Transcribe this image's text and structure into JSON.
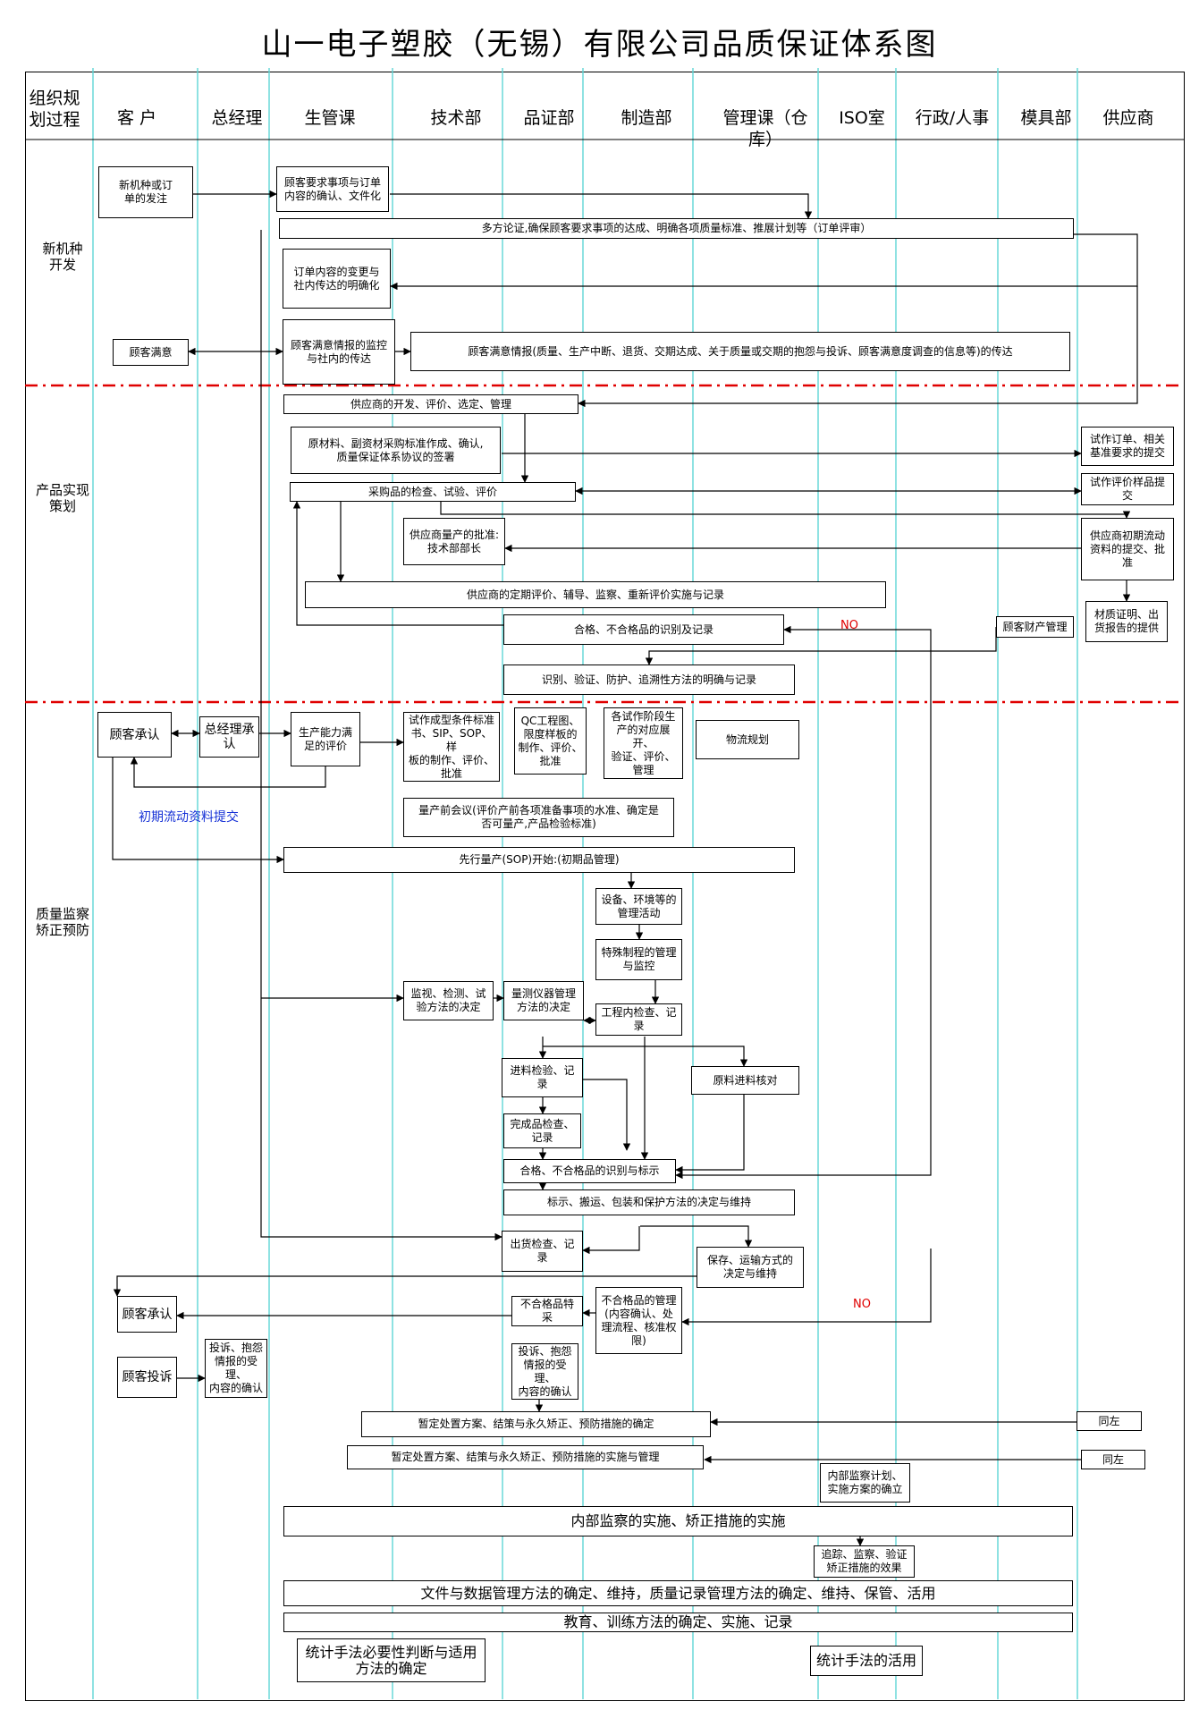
{
  "title": "山一电子塑胶（无锡）有限公司品质保证体系图",
  "columns": [
    "组织规\n划过程",
    "客 户",
    "总经理",
    "生管课",
    "技术部",
    "品证部",
    "制造部",
    "管理课（仓库）",
    "ISO室",
    "行政/人事",
    "模具部",
    "供应商"
  ],
  "stages": [
    "新机种\n开发",
    "产品实现\n策划",
    "质量监察\n矫正预防"
  ],
  "boxes": [
    "新机种或订\n单的发注",
    "顾客要求事项与订单\n内容的确认、文件化",
    "多方论证,确保顾客要求事项的达成、明确各项质量标准、推展计划等（订单评审）",
    "订单内容的变更与\n社内传达的明确化",
    "顾客满意",
    "顾客满意情报的监控\n与社内的传达",
    "顾客满意情报(质量、生产中断、退货、交期达成、关于质量或交期的抱怨与投诉、顾客满意度调查的信息等)的传达",
    "供应商的开发、评价、选定、管理",
    "原材料、副资材采购标准作成、确认,\n质量保证体系协议的签署",
    "试作订单、相关\n基准要求的提交",
    "采购品的检查、试验、评价",
    "试作评价样品提\n交",
    "供应商量产的批准:\n技术部部长",
    "供应商初期流动\n资料的提交、批\n准",
    "供应商的定期评价、辅导、监察、重新评价实施与记录",
    "材质证明、出\n货报告的提供",
    "合格、不合格品的识别及记录",
    "顾客财产管理",
    "识别、验证、防护、追溯性方法的明确与记录",
    "顾客承认",
    "总经理承\n认",
    "生产能力满\n足的评价",
    "试作成型条件标准\n书、SIP、SOP、样\n板的制作、评价、\n批准",
    "QC工程图、\n限度样板的\n制作、评价、\n批准",
    "各试作阶段生\n产的对应展开、\n验证、评价、\n管理",
    "物流规划",
    "量产前会议(评价产前各项准备事项的水准、确定是\n否可量产,产品检验标准)",
    "先行量产(SOP)开始:(初期品管理)",
    "设备、环境等的\n管理活动",
    "特殊制程的管理\n与监控",
    "监视、检测、试\n验方法的决定",
    "量测仪器管理\n方法的决定",
    "工程内检查、记\n录",
    "进料检验、记\n录",
    "原料进料核对",
    "完成品检查、\n记录",
    "合格、不合格品的识别与标示",
    "标示、搬运、包装和保护方法的决定与维持",
    "出货检查、记\n录",
    "保存、运输方式的\n决定与维持",
    "顾客承认",
    "不合格品特\n采",
    "不合格品的管理\n(内容确认、处\n理流程、核准权\n限)",
    "顾客投诉",
    "投诉、抱怨\n情报的受理、\n内容的确认",
    "投诉、抱怨\n情报的受理、\n内容的确认",
    "暂定处置方案、结策与永久矫正、预防措施的确定",
    "同左",
    "暂定处置方案、结策与永久矫正、预防措施的实施与管理",
    "同左",
    "内部监察计划、\n实施方案的确立",
    "内部监察的实施、矫正措施的实施",
    "追踪、监察、验证\n矫正措施的效果",
    "文件与数据管理方法的确定、维持，质量记录管理方法的确定、维持、保管、活用",
    "教育、训练方法的确定、实施、记录",
    "统计手法必要性判断与适用\n方法的确定",
    "统计手法的活用"
  ],
  "notes": [
    "NO",
    "初期流动资料提交",
    "NO"
  ]
}
